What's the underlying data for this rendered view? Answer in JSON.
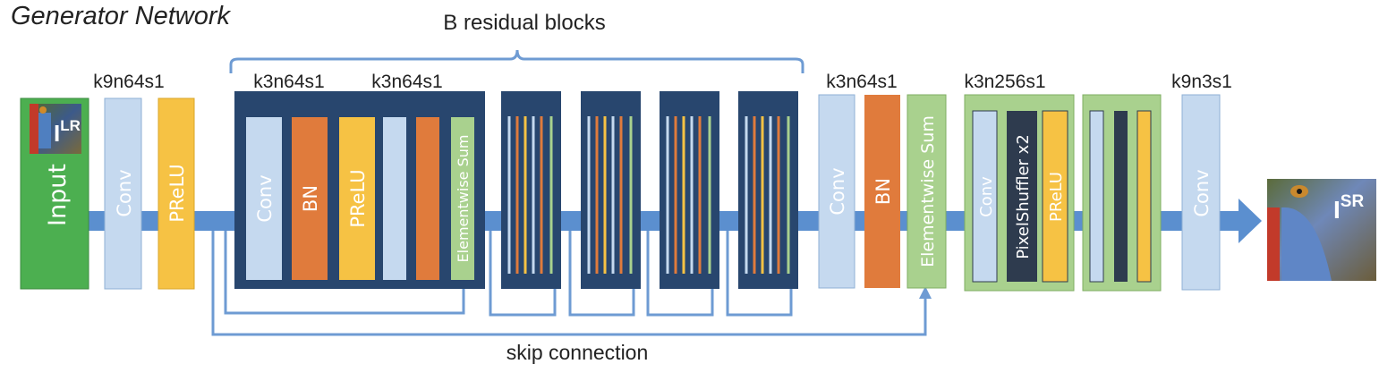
{
  "title": "Generator Network",
  "header_brace_label": "B residual blocks",
  "kernel_labels": {
    "first_conv": "k9n64s1",
    "res_conv_a": "k3n64s1",
    "res_conv_b": "k3n64s1",
    "post_res_conv": "k3n64s1",
    "upsample_conv": "k3n256s1",
    "final_conv": "k9n3s1"
  },
  "block_labels": {
    "input": "Input",
    "conv": "Conv",
    "prelu": "PReLU",
    "bn": "BN",
    "elementwise_sum": "Elementwise Sum",
    "pixel_shuffler": "PixelShuffler x2"
  },
  "image_labels": {
    "low_res": {
      "base": "I",
      "sup": "LR"
    },
    "super_res": {
      "base": "I",
      "sup": "SR"
    }
  },
  "skip_connection_label": "skip connection",
  "colors": {
    "input_green": "#4caf50",
    "conv_light_blue": "#c5d9ef",
    "prelu_yellow": "#f6c244",
    "bn_orange": "#e07b3c",
    "res_block_navy": "#28466e",
    "sum_green": "#a9d18e",
    "upsample_green": "#a9d18e",
    "shuffler_dark": "#2e3b4e",
    "flow_blue": "#5b8fcf",
    "line_blue": "#6e9bd3"
  }
}
